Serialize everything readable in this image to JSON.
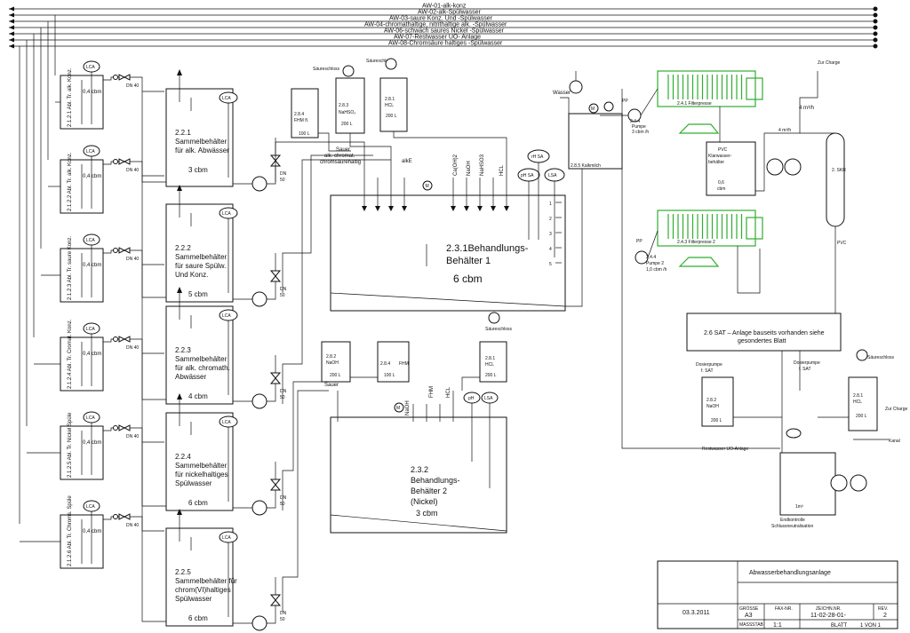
{
  "header_lines": [
    "AW-01-alk-konz",
    "AW-02-alk-Spülwasser",
    "AW-03-saure Konz. Und -Spülwasser",
    "AW-04-chromathaltige, nitrithaltige alk. -Spülwasser",
    "AW-06-schwach saures Nickel -Spülwasser",
    "AW-07-Restwasser UO- Anlage",
    "AW-08-Chromsäure haltiges -Spülwasser"
  ],
  "small_tanks": [
    {
      "label": "2.1.2.1 Abl. Tr. alk. Konz.",
      "vol": "0,4 cbm"
    },
    {
      "label": "2.1.2.2 Abl. Tr. alk. Konz.",
      "vol": "0,4 cbm"
    },
    {
      "label": "2.1.2.3 Abl. Tr. saure Konz.",
      "vol": "0,4 cbm"
    },
    {
      "label": "2.1.2.4 Abl. Tr. Cromat. Konz.",
      "vol": "0,4 cbm"
    },
    {
      "label": "2.1.2.5 Abl. Tr. Nickel Spüle",
      "vol": "0,4 cbm"
    },
    {
      "label": "2.1.2.6 Abl. Tr. Chroms. Spüle",
      "vol": "0,4 cbm"
    }
  ],
  "collection_tanks": [
    {
      "num": "2.2.1",
      "lines": [
        "Sammelbehälter",
        "für alk. Abwässer"
      ],
      "vol": "3 cbm"
    },
    {
      "num": "2.2.2",
      "lines": [
        "Sammelbehälter",
        "für saure Spülw.",
        "Und Konz."
      ],
      "vol": "5 cbm"
    },
    {
      "num": "2.2.3",
      "lines": [
        "Sammelbehälter",
        "für alk. chromath.",
        "Abwässer"
      ],
      "vol": "4 cbm"
    },
    {
      "num": "2.2.4",
      "lines": [
        "Sammelbehälter",
        "für nickelhaltiges",
        "Spülwasser"
      ],
      "vol": "6 cbm"
    },
    {
      "num": "2.2.5",
      "lines": [
        "Sammelbehälter für",
        "chrom(VI)haltiges",
        "Spülwasser"
      ],
      "vol": "6 cbm"
    }
  ],
  "common": {
    "lca": "LCA",
    "lsa": "LSA",
    "dn40": "DN 40",
    "dn": "DN",
    "dn50": "50",
    "saeureschloss": "Säureschloss",
    "wasser": "Wasser",
    "pp": "PP",
    "m": "M",
    "zur_charge": "Zur Charge"
  },
  "treatment1": {
    "title_line1": "2.3.1Behandlungs-",
    "title_line2": "Behälter 1",
    "vol": "6 cbm",
    "inlet_labels": [
      "Sauer",
      "alk. chromat.",
      "chromsäurehaltig",
      "alkE"
    ],
    "chem_labels": [
      "Ca(OH)2",
      "NaOH",
      "NaHSO3",
      "HCL"
    ],
    "sensors": [
      "rH SA",
      "pH SA",
      "LSA"
    ],
    "levels": [
      "1",
      "2",
      "3",
      "4",
      "5"
    ]
  },
  "treatment2": {
    "title_line1": "2.3.2",
    "title_line2": "Behandlungs-",
    "title_line3": "Behälter 2",
    "title_line4": "(Nickel)",
    "vol": "3 cbm",
    "inlet": "Sauer",
    "chem_labels": [
      "NaOH",
      "FHM",
      "HCL"
    ],
    "sensors": [
      "pH",
      "LSA"
    ]
  },
  "dosing_top": [
    {
      "num": "2.8.4",
      "name": "FHM fl.",
      "vol": "100 L"
    },
    {
      "num": "2.8.3",
      "name": "NaHSO₃",
      "vol": "200 L"
    },
    {
      "num": "2.8.1",
      "name": "HCL",
      "vol": "200 L"
    }
  ],
  "lime": {
    "label": "2.8.5 Kalkmilch"
  },
  "dosing_mid": [
    {
      "num": "2.8.2",
      "name": "NaOH",
      "vol": "200 L"
    },
    {
      "num": "2.8.4",
      "name": "FHM",
      "vol": "100 L"
    },
    {
      "num": "2.8.1",
      "name": "HCL",
      "vol": "200 L"
    }
  ],
  "filterpress1": {
    "label": "2.4.1 Filterpresse",
    "pump_label": "2.4.4",
    "pump_name": "Pumpe",
    "pump_rate": "3 cbm /h"
  },
  "filterpress2": {
    "label": "2.4.3 Filterpresse 2",
    "pump_label": "2.4.4",
    "pump_name": "Pumpe 2",
    "pump_rate": "1,0 cbm /h"
  },
  "klarwasser": {
    "line1": "PVC",
    "line2": "Klarwasser-",
    "line3": "behälter",
    "vol1": "0,6",
    "vol2": "cbm"
  },
  "flow_4": "4 m³/h",
  "flow_4b": "4 m³/h",
  "skr": {
    "label": "2. SKR",
    "pvc": "PVC"
  },
  "sat": {
    "line1": "2.6 SAT – Anlage bauseits vorhanden siehe",
    "line2": "gesondertes Blatt"
  },
  "sat_dosing": [
    {
      "title": "Dosierpumpe",
      "sub": "f. SAT",
      "num": "2.8.2",
      "name": "NaOH",
      "vol": "200 L"
    },
    {
      "title": "Dosierpumpe",
      "sub": "f. SAT",
      "num": "2.8.1",
      "name": "HCL",
      "vol": "200 L"
    }
  ],
  "final": {
    "label1": "Endkontrolle",
    "label2": "Schlussneutralisation",
    "vol": "1m³",
    "restwasser": "Restwasser UO-Anlage",
    "kanal": "Kanal"
  },
  "title_block": {
    "title": "Abwasserbehandlungsanlage",
    "date": "03.3.2011",
    "hdr_size": "GRÖSSE",
    "hdr_fax": "FAX-NR.",
    "hdr_draw": "ZEICHN.NR.",
    "hdr_rev": "REV.",
    "size": "A3",
    "draw_no": "11-02-28-01-",
    "rev": "2",
    "scale_hdr": "MASSSTAB",
    "scale": "1:1",
    "sheet": "BLATT",
    "sheet_of": "1 VON 1"
  }
}
